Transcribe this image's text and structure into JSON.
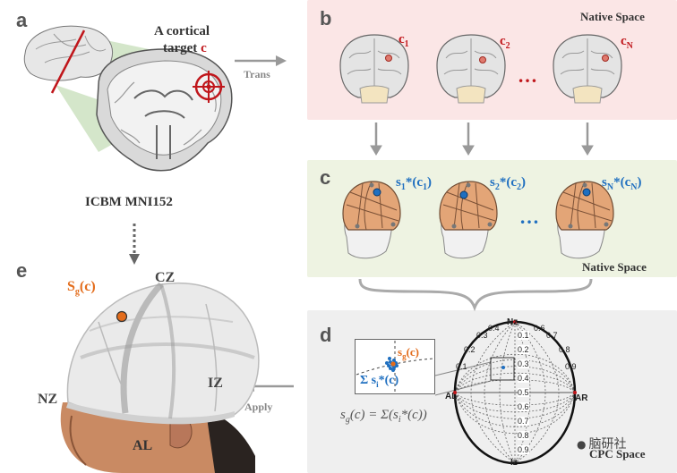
{
  "panels": {
    "a": {
      "letter": "a",
      "target_line1": "A cortical",
      "target_line2": "target ",
      "target_c": "c",
      "template": "ICBM MNI152"
    },
    "b": {
      "letter": "b",
      "space": "Native Space",
      "c1": "c",
      "c1_sub": "1",
      "c2": "c",
      "c2_sub": "2",
      "cN": "c",
      "cN_sub": "N",
      "ellipsis": "…"
    },
    "c": {
      "letter": "c",
      "space": "Native Space",
      "s1": "s",
      "s1_sub": "1",
      "s1_rest": "*(c",
      "s1_sub2": "1",
      "s2": "s",
      "s2_sub": "2",
      "s2_rest": "*(c",
      "s2_sub2": "2",
      "sN": "s",
      "sN_sub": "N",
      "sN_rest": "*(c",
      "sN_sub2": "N",
      "close": ")",
      "ellipsis": "…"
    },
    "d": {
      "letter": "d",
      "space": "CPC Space",
      "sg": "s",
      "sg_sub": "g",
      "sg_rest": "(c)",
      "sum": "Σ  s",
      "sum_sub": "i",
      "sum_rest": "*(c)",
      "formula": "s",
      "formula_sub": "g",
      "formula_rest": "(c) = Σ(s",
      "formula_sub2": "i",
      "formula_end": "*(c))",
      "nz": "Nz",
      "iz": "Iz",
      "al": "AL",
      "ar": "AR",
      "top_left": [
        "0.4",
        "0.3",
        "0.2",
        "0.1"
      ],
      "top_right": [
        "0.6",
        "0.7",
        "0.8",
        "0.9"
      ],
      "center_ticks": [
        "0.1",
        "0.2",
        "0.3",
        "0.4",
        "0.5",
        "0.6",
        "0.7",
        "0.8",
        "0.9"
      ]
    },
    "e": {
      "letter": "e",
      "sg": "S",
      "sg_sub": "g",
      "sg_rest": "(c)",
      "cz": "CZ",
      "nz": "NZ",
      "iz": "IZ",
      "al": "AL"
    }
  },
  "arrows": {
    "trans": "Trans",
    "apply": "Apply"
  },
  "watermark": "脑研社",
  "colors": {
    "panel_b_bg": "#fbe6e6",
    "panel_c_bg": "#eef3e2",
    "panel_d_bg": "#efefef",
    "accent_red": "#c0161b",
    "accent_blue": "#1f6fc0",
    "accent_orange": "#e36c1b"
  }
}
